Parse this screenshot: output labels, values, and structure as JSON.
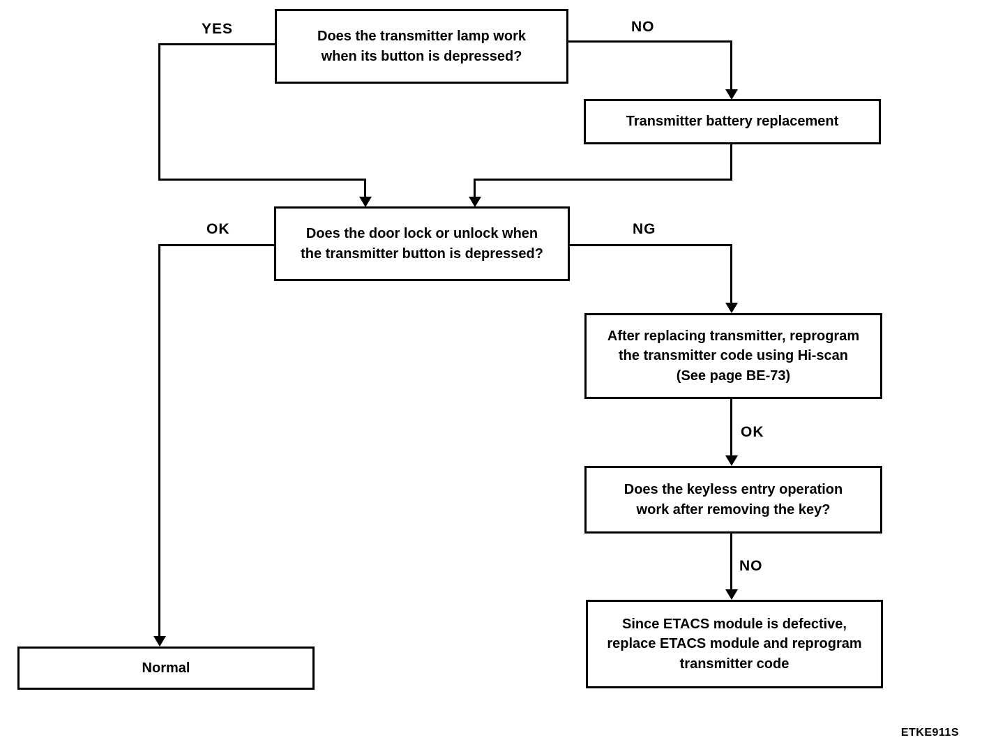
{
  "diagram": {
    "title_hidden": "",
    "nodes": {
      "q_transmitter_lamp": {
        "text": "Does the transmitter lamp work\nwhen its button is depressed?"
      },
      "battery_replacement": {
        "text": "Transmitter battery replacement"
      },
      "q_door_lock": {
        "text": "Does the door lock or unlock when\nthe transmitter button is depressed?"
      },
      "reprogram_transmitter": {
        "text": "After replacing transmitter, reprogram\nthe transmitter code using Hi-scan\n(See page BE-73)"
      },
      "q_keyless_entry": {
        "text": "Does the keyless entry operation\nwork after removing the key?"
      },
      "replace_etacs": {
        "text": "Since ETACS module is defective,\nreplace ETACS module and reprogram\ntransmitter code"
      },
      "normal": {
        "text": "Normal"
      }
    },
    "edge_labels": {
      "yes": "YES",
      "no": "NO",
      "ok": "OK",
      "ng": "NG",
      "ok2": "OK",
      "no2": "NO"
    },
    "footer": {
      "code": "ETKE911S"
    },
    "colors": {
      "line": "#000000",
      "background": "#ffffff",
      "text": "#000000"
    }
  }
}
